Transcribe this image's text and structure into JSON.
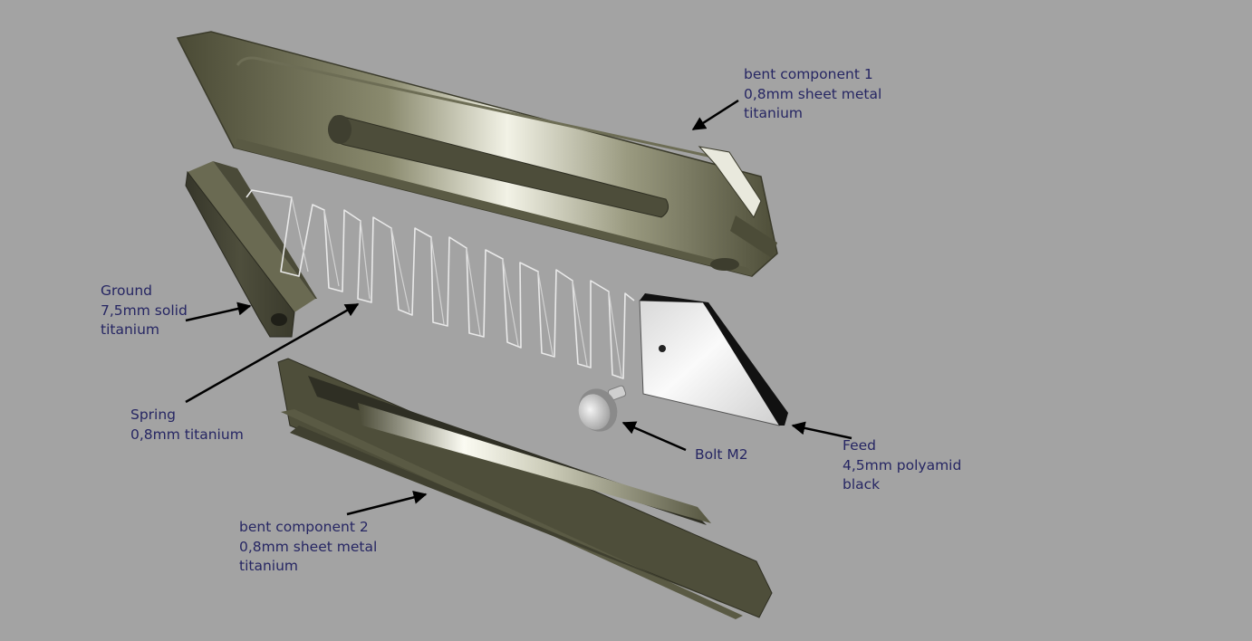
{
  "labels": {
    "bent_component_1": {
      "lines": [
        "bent component 1",
        "0,8mm sheet metal",
        "titanium"
      ]
    },
    "ground": {
      "lines": [
        "Ground",
        "7,5mm solid",
        "titanium"
      ]
    },
    "spring": {
      "lines": [
        "Spring",
        "0,8mm titanium"
      ]
    },
    "bolt": {
      "lines": [
        "Bolt M2"
      ]
    },
    "feed": {
      "lines": [
        "Feed",
        "4,5mm polyamid",
        "black"
      ]
    },
    "bent_component_2": {
      "lines": [
        "bent component 2",
        "0,8mm sheet metal",
        "titanium"
      ]
    }
  },
  "colors": {
    "background": "#a3a3a3",
    "label_text": "#262663",
    "metal_dark": "#4a4a35",
    "metal_light": "#f4f4ec",
    "feed_black": "#111111",
    "arrow": "#000000"
  }
}
